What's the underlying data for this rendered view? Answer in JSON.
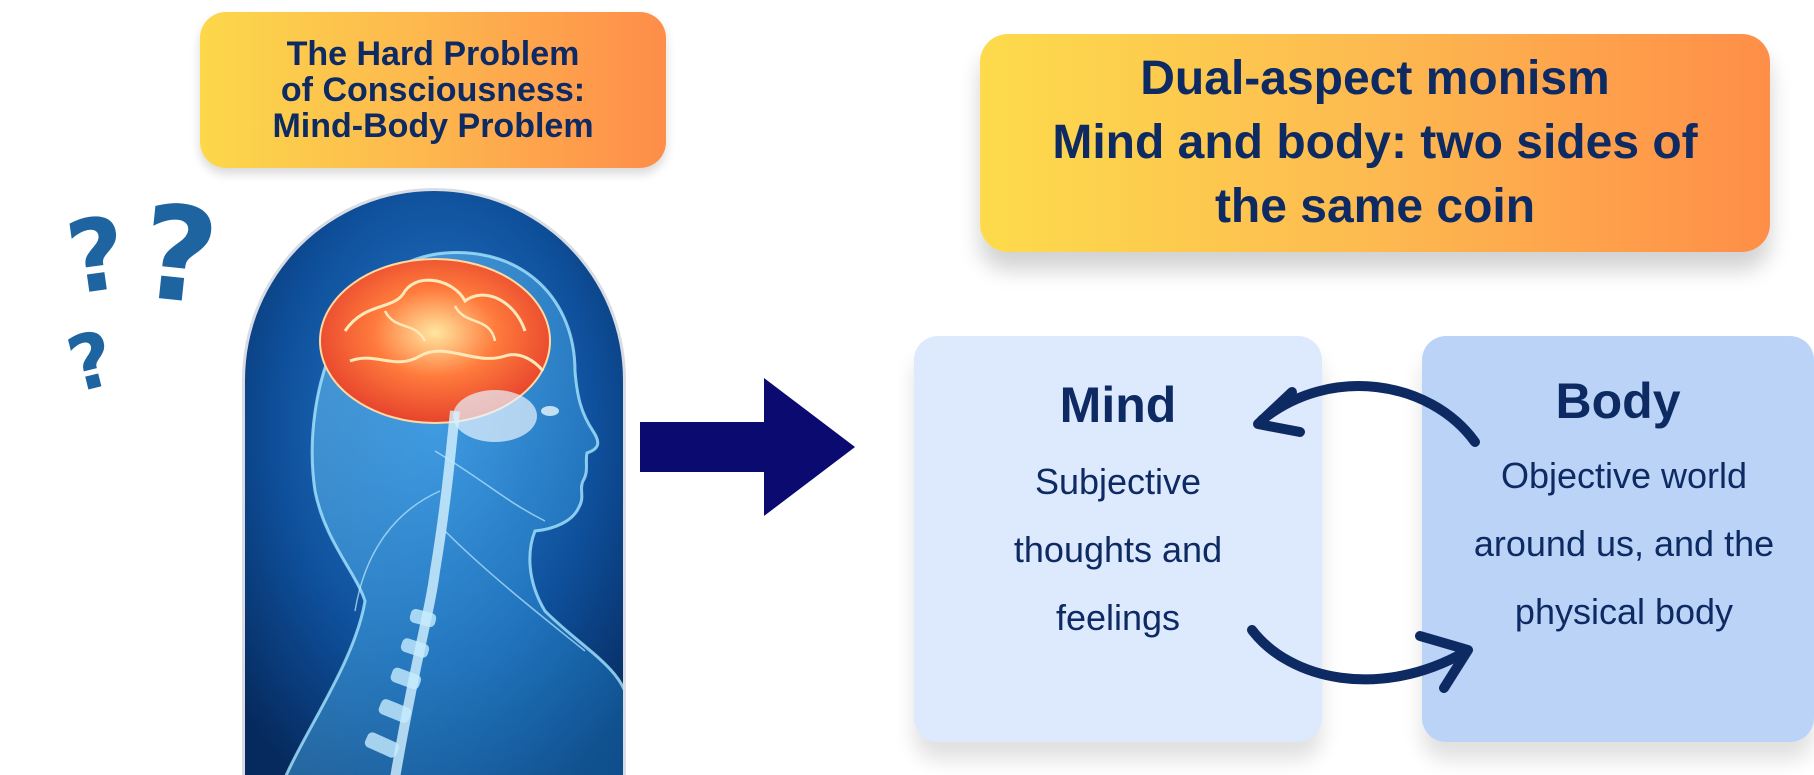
{
  "title_banner": {
    "text": "The Hard Problem\nof Consciousness:\nMind-Body Problem"
  },
  "theory_banner": {
    "text": "Dual-aspect monism\nMind and body: two sides of\nthe same coin"
  },
  "mind_box": {
    "title": "Mind",
    "description": "Subjective\nthoughts and\nfeelings"
  },
  "body_box": {
    "title": "Body",
    "description": "Objective world\naround us, and the\nphysical body"
  },
  "icons": [
    "question-marks-icon",
    "head-brain-illustration",
    "right-arrow-icon",
    "cycle-arrows-icon"
  ],
  "colors": {
    "navy": "#0e2a63",
    "arrow": "#0a0a70",
    "question_marks": "#1e64a0",
    "banner_start": "#fcd84a",
    "banner_end": "#fe8d4a",
    "mind_box": "#dde9fc",
    "body_box": "#bcd3f8"
  }
}
